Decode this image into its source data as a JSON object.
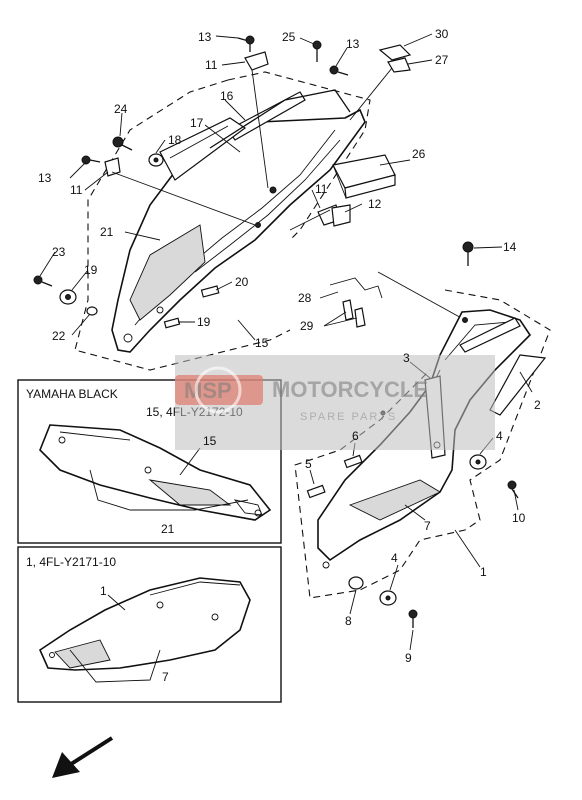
{
  "inset_box_1": {
    "header": "YAMAHA  BLACK",
    "part_label": "15, 4FL-Y2172-10"
  },
  "inset_box_2": {
    "part_label": "1, 4FL-Y2171-10"
  },
  "watermark": {
    "badge": "MSP",
    "brand": "MOTORCYCLE",
    "subtitle": "SPARE PARTS"
  },
  "callouts": {
    "n1": "1",
    "n2": "2",
    "n3": "3",
    "n4a": "4",
    "n4b": "4",
    "n5": "5",
    "n6": "6",
    "n7": "7",
    "n7b": "7",
    "n8": "8",
    "n9": "9",
    "n10": "10",
    "n11a": "11",
    "n11b": "11",
    "n11c": "11",
    "n12": "12",
    "n13a": "13",
    "n13b": "13",
    "n13c": "13",
    "n14": "14",
    "n15": "15",
    "n15b": "15",
    "n16": "16",
    "n17": "17",
    "n18": "18",
    "n19a": "19",
    "n19b": "19",
    "n20": "20",
    "n21": "21",
    "n21b": "21",
    "n1b": "1",
    "n22": "22",
    "n23": "23",
    "n24": "24",
    "n25": "25",
    "n26": "26",
    "n27": "27",
    "n28": "28",
    "n29": "29",
    "n30": "30"
  },
  "icons": {
    "direction": "front-arrow-icon"
  }
}
